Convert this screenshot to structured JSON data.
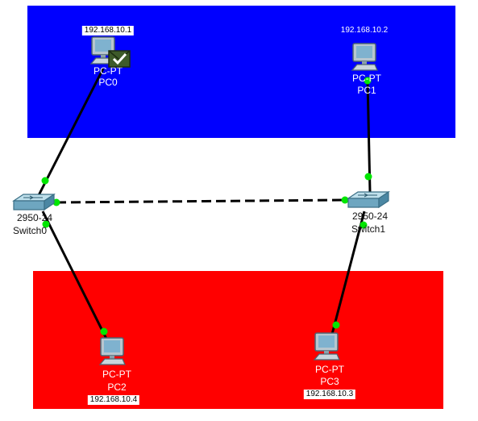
{
  "colors": {
    "blue_zone": "#0000ff",
    "red_zone": "#ff0000",
    "link_up": "#00e600",
    "cable": "#000000"
  },
  "pcs": [
    {
      "model": "PC-PT",
      "name": "PC0",
      "ip": "192.168.10.1",
      "icon": "pc-icon"
    },
    {
      "model": "PC-PT",
      "name": "PC1",
      "ip": "192.168.10.2",
      "icon": "pc-icon"
    },
    {
      "model": "PC-PT",
      "name": "PC2",
      "ip": "192.168.10.4",
      "icon": "pc-icon"
    },
    {
      "model": "PC-PT",
      "name": "PC3",
      "ip": "192.168.10.3",
      "icon": "pc-icon"
    }
  ],
  "switches": [
    {
      "model": "2950-24",
      "name": "Switch0",
      "icon": "switch-icon"
    },
    {
      "model": "2950-24",
      "name": "Switch1",
      "icon": "switch-icon"
    }
  ],
  "pdu": {
    "icon": "envelope-check-icon"
  }
}
